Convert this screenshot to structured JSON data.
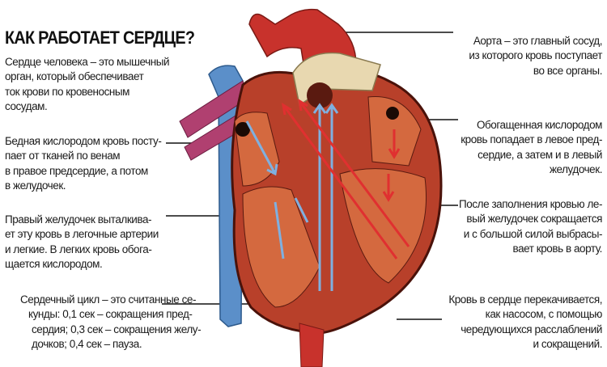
{
  "title": "КАК РАБОТАЕТ СЕРДЦЕ?",
  "left": {
    "intro": [
      "Сердце человека – это мышечный",
      "орган, который обеспечивает",
      "ток крови по кровеносным",
      "сосудам."
    ],
    "venous": [
      "Бедная кислородом кровь посту-",
      "пает от тканей по венам",
      "в правое предсердие, а потом",
      "в желудочек."
    ],
    "right_ventricle": [
      "Правый желудочек выталкива-",
      "ет эту кровь в легочные артерии",
      "и легкие. В легких кровь обога-",
      "щается кислородом."
    ],
    "cycle": [
      "Сердечный цикл – это считанные се-",
      "кунды: 0,1 сек – сокращения пред-",
      "сердия; 0,3 сек – сокращения желу-",
      "дочков; 0,4 сек – пауза."
    ]
  },
  "right": {
    "aorta": [
      "Аорта – это главный сосуд,",
      "из которого кровь поступает",
      "во все органы."
    ],
    "left_atrium": [
      "Обогащенная кислородом",
      "кровь попадает в левое пред-",
      "сердие, а затем и в левый",
      "желудочек."
    ],
    "left_ventricle": [
      "После заполнения кровью ле-",
      "вый желудочек сокращается",
      "и с большой силой выбрасы-",
      "вает кровь в аорту."
    ],
    "pump": [
      "Кровь в сердце перекачивается,",
      "как насосом, с помощью",
      "чередующихся расслаблений",
      "и сокращений."
    ]
  },
  "colors": {
    "muscle": "#b8402a",
    "chamber": "#d4693f",
    "vein": "#5b8fc9",
    "artery": "#c8322c",
    "vessel_pink": "#b04070",
    "valve": "#e8d8b0"
  }
}
